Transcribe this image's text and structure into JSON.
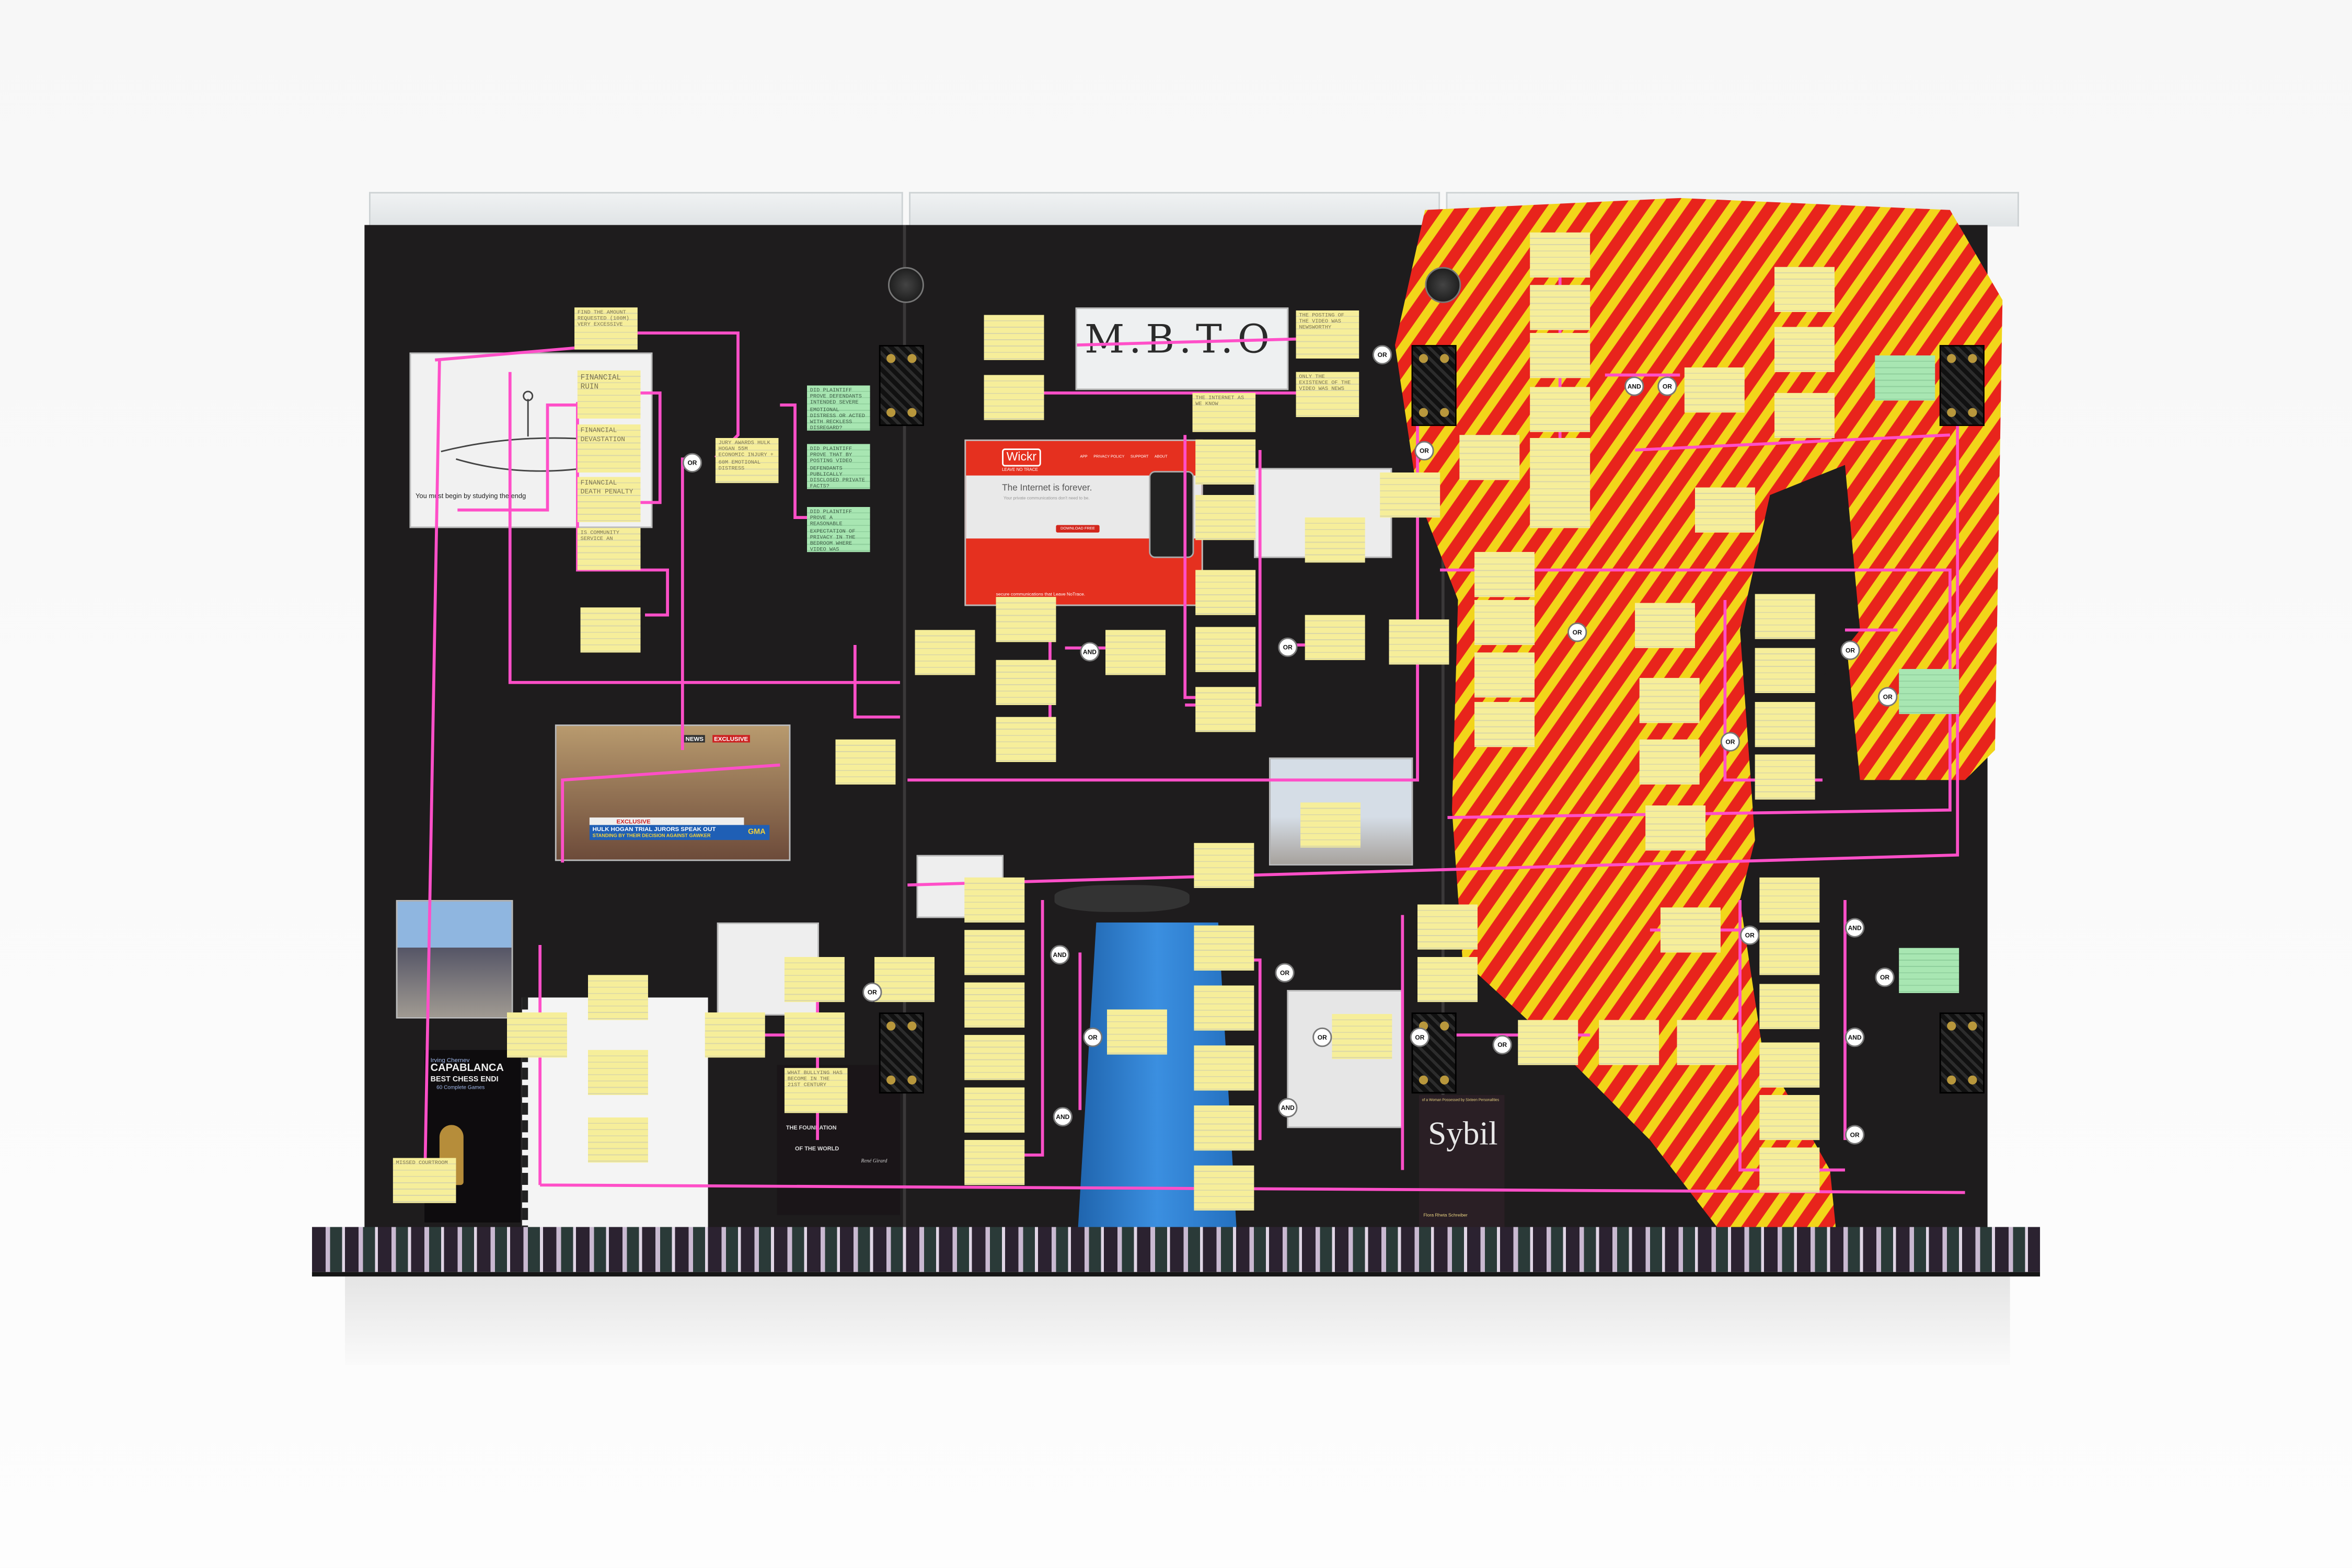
{
  "artwork": {
    "title_sign": "M.B.T.O",
    "connectors": {
      "or": "OR",
      "and": "AND"
    }
  },
  "images": {
    "endgame_cartoon_caption": "You must begin by studying the endg",
    "news": {
      "top_badge_network": "NEWS",
      "top_badge": "EXCLUSIVE",
      "banner_label": "EXCLUSIVE",
      "headline": "HULK HOGAN TRIAL JURORS SPEAK OUT",
      "subhead": "STANDING BY THEIR DECISION AGAINST GAWKER",
      "show_logo": "GMA"
    },
    "wickr": {
      "logo": "Wickr",
      "tagline": "LEAVE NO TRACE",
      "nav": [
        "APP",
        "PRIVACY POLICY",
        "SUPPORT",
        "ABOUT"
      ],
      "hero": "The Internet is forever.",
      "hero_sub": "Your private communications don't need to be.",
      "download": "DOWNLOAD FREE",
      "footer": "secure communications that Leave NoTrace."
    }
  },
  "books": {
    "chess": {
      "author": "Irving Chernev",
      "title1": "CAPABLANCA",
      "title2": "BEST CHESS ENDI",
      "subtitle": "60 Complete Games"
    },
    "foundation": {
      "title1": "THE FOUNDATION",
      "title2": "OF THE WORLD",
      "author": "René Girard"
    },
    "sybil": {
      "title": "Sybil",
      "tagline": "of a Woman Possessed by Sixteen Personalities",
      "author": "Flora Rheta Schreiber"
    }
  },
  "notes": [
    "Find the amount requested (100M) very excessive",
    "Financial ruin",
    "Financial devastation",
    "Financial death penalty",
    "Is community service an",
    "Jury awards Hulk Hogan 55M economic injury + 60M emotional distress",
    "Did plaintiff prove defendants intended severe emotional distress or acted with reckless disregard?",
    "Did plaintiff prove that by posting video defendants publically disclosed private facts?",
    "Did plaintiff prove a reasonable expectation of privacy in the bedroom where video was",
    "The posting of the video was newsworthy",
    "Only the existence of the video was news",
    "The internet as we know",
    "What bullying has become in the 21st century",
    "Missed courtroom"
  ],
  "colors": {
    "board": "#1e1c1d",
    "line": "#ff4fc8",
    "note": "#f6ee9a",
    "note_green": "#a8e6b2",
    "flag_red": "#e8241c",
    "flag_yellow": "#f2d51a",
    "pillar": "#2f7fd0"
  }
}
